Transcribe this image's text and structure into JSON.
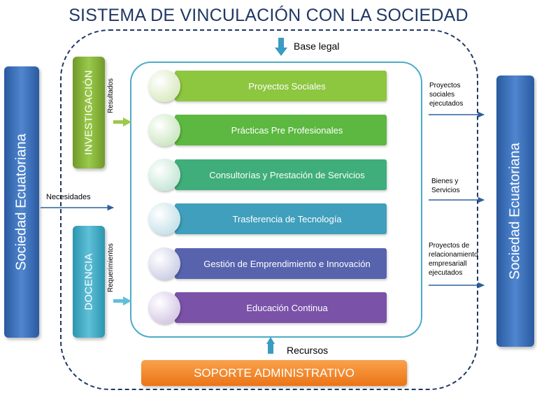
{
  "title": "SISTEMA DE VINCULACIÓN CON LA SOCIEDAD",
  "left_side_label": "Sociedad Ecuatoriana",
  "right_side_label": "Sociedad Ecuatoriana",
  "base_legal": "Base legal",
  "recursos": "Recursos",
  "necesidades": "Necesidades",
  "resultados": "Resultados",
  "requerimientos": "Requerimientos",
  "investigacion": "INVESTIGACIÓN",
  "docencia": "DOCENCIA",
  "soporte": "SOPORTE ADMINISTRATIVO",
  "programs": [
    {
      "label": "Proyectos Sociales",
      "color": "#8dc63f",
      "circle": "#dcebc4"
    },
    {
      "label": "Prácticas Pre Profesionales",
      "color": "#5cb840",
      "circle": "#cfe8c5"
    },
    {
      "label": "Consultorías y Prestación de Servicios",
      "color": "#3fae7a",
      "circle": "#c9e8d8"
    },
    {
      "label": "Trasferencia de Tecnología",
      "color": "#3f9fbc",
      "circle": "#c9e3ea"
    },
    {
      "label": "Gestión de Emprendimiento e Innovación",
      "color": "#5863ad",
      "circle": "#cfd1e8"
    },
    {
      "label": "Educación Continua",
      "color": "#7a52a8",
      "circle": "#d8cce7"
    }
  ],
  "outputs": [
    {
      "lines": [
        "Proyectos",
        "sociales",
        "ejecutados"
      ]
    },
    {
      "lines": [
        "Bienes y",
        "Servicios"
      ]
    },
    {
      "lines": [
        "Proyectos de",
        "relacionamiento",
        "empresariall",
        "ejecutados"
      ]
    }
  ]
}
